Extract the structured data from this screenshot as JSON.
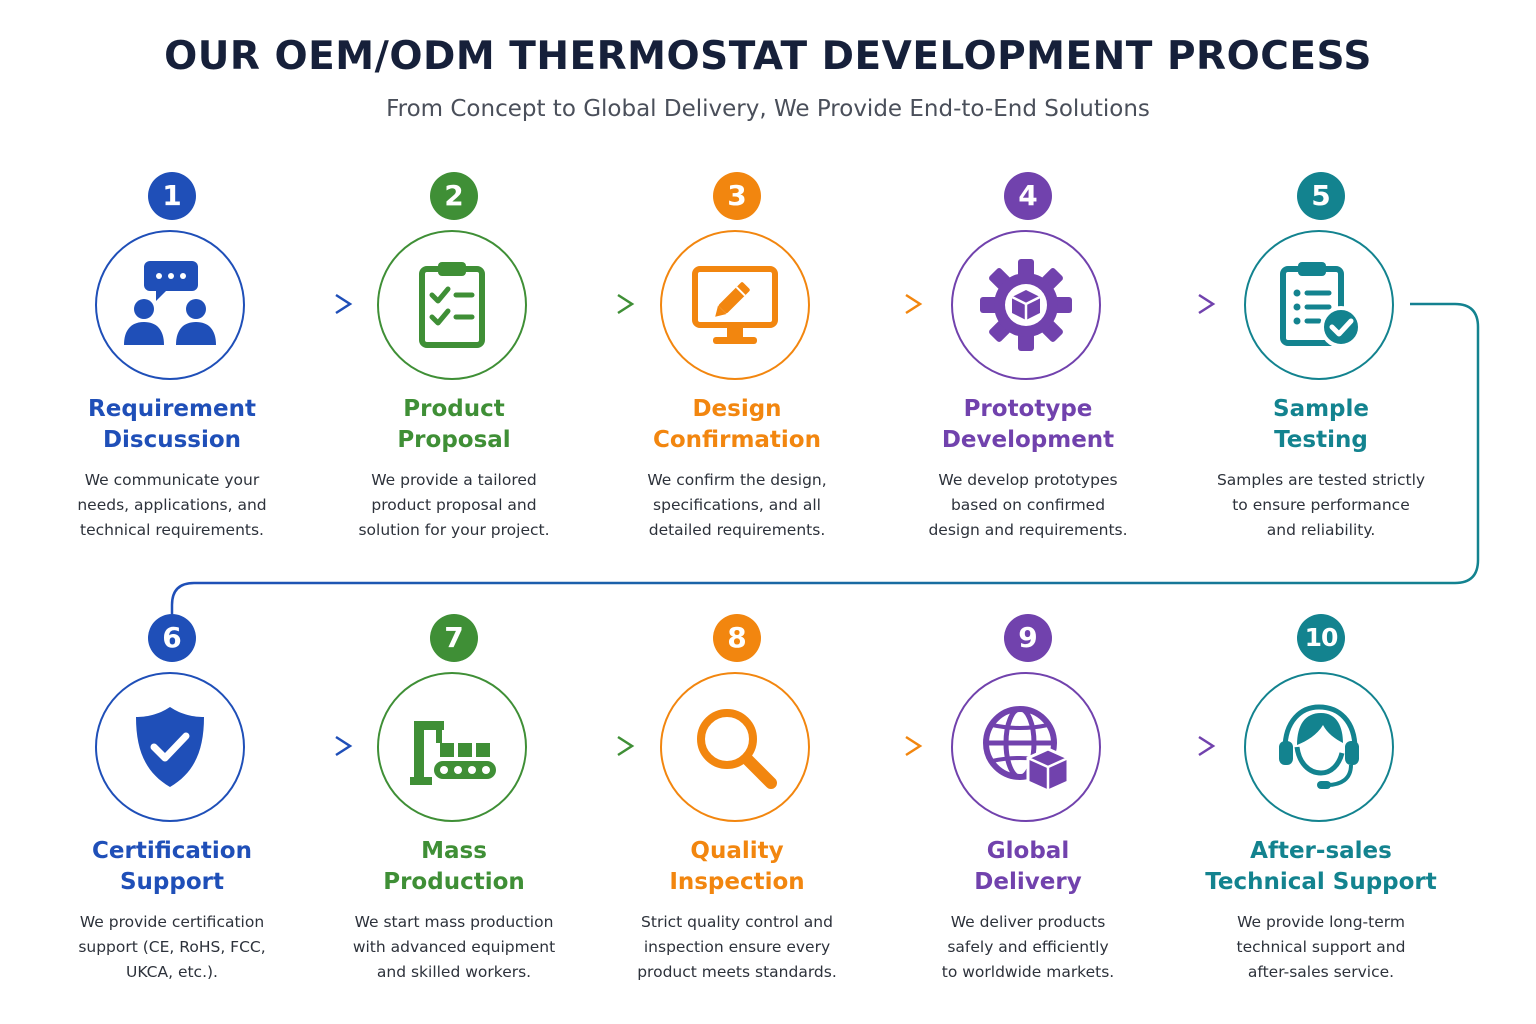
{
  "header": {
    "title": "OUR OEM/ODM THERMOSTAT DEVELOPMENT PROCESS",
    "subtitle": "From Concept to Global Delivery, We Provide End-to-End Solutions"
  },
  "colors": {
    "blue": "#1f4fb8",
    "green": "#3f8f36",
    "orange": "#f2860f",
    "purple": "#7142ad",
    "teal": "#13838f",
    "title": "#16203a"
  },
  "steps": [
    {
      "number": "1",
      "title_line1": "Requirement",
      "title_line2": "Discussion",
      "desc_line1": "We communicate your",
      "desc_line2": "needs, applications, and",
      "desc_line3": "technical requirements.",
      "icon": "discussion-icon",
      "color": "blue"
    },
    {
      "number": "2",
      "title_line1": "Product",
      "title_line2": "Proposal",
      "desc_line1": "We provide a tailored",
      "desc_line2": "product proposal and",
      "desc_line3": "solution for your project.",
      "icon": "clipboard-checklist-icon",
      "color": "green"
    },
    {
      "number": "3",
      "title_line1": "Design",
      "title_line2": "Confirmation",
      "desc_line1": "We confirm the design,",
      "desc_line2": "specifications, and all",
      "desc_line3": "detailed requirements.",
      "icon": "monitor-pencil-icon",
      "color": "orange"
    },
    {
      "number": "4",
      "title_line1": "Prototype",
      "title_line2": "Development",
      "desc_line1": "We develop prototypes",
      "desc_line2": "based on confirmed",
      "desc_line3": "design and requirements.",
      "icon": "gear-cube-icon",
      "color": "purple"
    },
    {
      "number": "5",
      "title_line1": "Sample",
      "title_line2": "Testing",
      "desc_line1": "Samples are tested strictly",
      "desc_line2": "to ensure performance",
      "desc_line3": "and reliability.",
      "icon": "clipboard-check-icon",
      "color": "teal"
    },
    {
      "number": "6",
      "title_line1": "Certification",
      "title_line2": "Support",
      "desc_line1": "We provide certification",
      "desc_line2": "support (CE, RoHS, FCC,",
      "desc_line3": "UKCA, etc.).",
      "icon": "shield-check-icon",
      "color": "blue"
    },
    {
      "number": "7",
      "title_line1": "Mass",
      "title_line2": "Production",
      "desc_line1": "We start mass production",
      "desc_line2": "with advanced equipment",
      "desc_line3": "and skilled workers.",
      "icon": "factory-conveyor-icon",
      "color": "green"
    },
    {
      "number": "8",
      "title_line1": "Quality",
      "title_line2": "Inspection",
      "desc_line1": "Strict quality control and",
      "desc_line2": "inspection ensure every",
      "desc_line3": "product meets standards.",
      "icon": "magnifier-icon",
      "color": "orange"
    },
    {
      "number": "9",
      "title_line1": "Global",
      "title_line2": "Delivery",
      "desc_line1": "We deliver products",
      "desc_line2": "safely and efficiently",
      "desc_line3": "to worldwide markets.",
      "icon": "globe-box-icon",
      "color": "purple"
    },
    {
      "number": "10",
      "title_line1": "After-sales",
      "title_line2": "Technical Support",
      "desc_line1": "We provide long-term",
      "desc_line2": "technical support and",
      "desc_line3": "after-sales service.",
      "icon": "headset-agent-icon",
      "color": "teal"
    }
  ]
}
